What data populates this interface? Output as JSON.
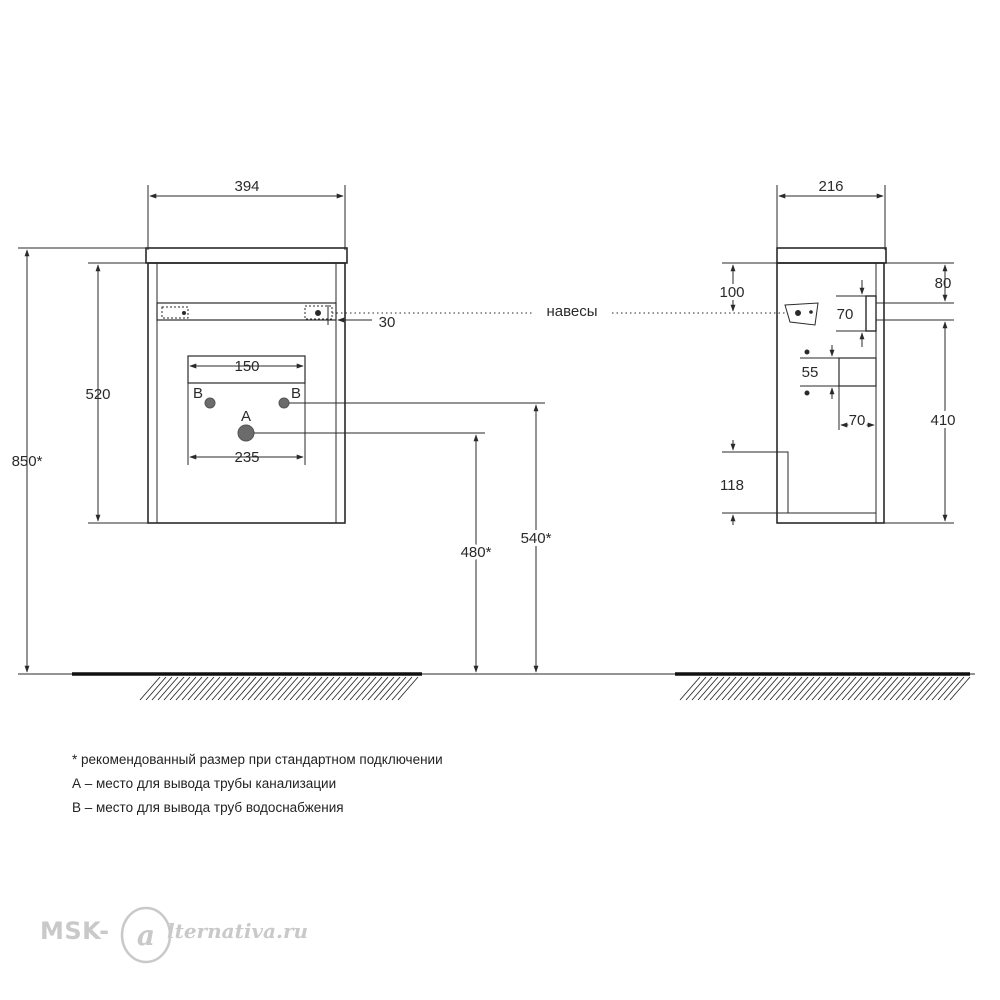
{
  "dimensions": {
    "front_width": "394",
    "side_depth": "216",
    "front_height_total": "850*",
    "front_body_height": "520",
    "pipe_spacing_top": "150",
    "pipe_spacing_bottom": "235",
    "hanger_offset": "30",
    "drain_height": "480*",
    "supply_height": "540*",
    "side_top_100": "100",
    "side_top_80": "80",
    "side_70_a": "70",
    "side_55": "55",
    "side_70_b": "70",
    "side_410": "410",
    "side_118": "118"
  },
  "labels": {
    "hangers": "навесы",
    "drain_marker": "A",
    "supply_marker_left": "B",
    "supply_marker_right": "B"
  },
  "notes": [
    "* рекомендованный размер при стандартном подключении",
    "А – место для вывода трубы канализации",
    "В – место для вывода труб водоснабжения"
  ],
  "logo": {
    "left_text": "MSK-",
    "right_text": "lternativa.ru"
  },
  "colors": {
    "line": "#2a2a2a",
    "pipe": "#6b6b6b",
    "logo": "#c9c9c9"
  }
}
